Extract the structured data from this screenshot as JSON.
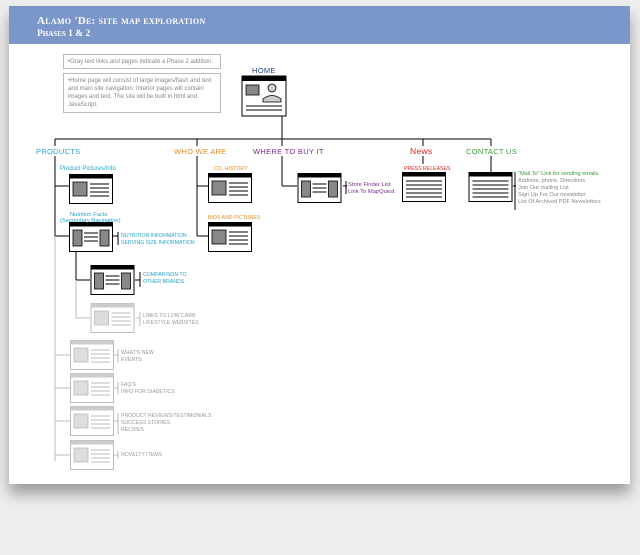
{
  "header": {
    "title": "Alamo 'De: site map exploration",
    "subtitle": "Phases 1 & 2"
  },
  "notes": {
    "gray": "•Gray text links and pages indicate a Phase 2 addition.",
    "home": "•Home page will consist of large images/flash and text and main site navigation. Interior pages will contain images and text. The site will be built in html and JavaScript."
  },
  "nav": {
    "home": "HOME",
    "products": "PRODUCTS",
    "who": "WHO WE ARE",
    "where": "WHERE TO BUY IT",
    "news": "News",
    "contact": "CONTACT US"
  },
  "products": {
    "pictures": "Product Pictures/Info",
    "facts1": "Nutrition Facts",
    "facts2": "(Secondary Navigation)",
    "nutrition1": "NUTRITION INFORMATION",
    "nutrition2": "SERVING SIZE INFORMATION",
    "comparison1": "COMPARISON TO",
    "comparison2": "OTHER BRANDS",
    "links1": "LINKS TO LOW CARB",
    "links2": "LIFESTYLE WEBSITES",
    "whatsnew1": "WHAT'S NEW",
    "whatsnew2": "EVENTS",
    "faq1": "FAQ'S",
    "faq2": "INFO FOR DIABETICS",
    "reviews1": "PRODUCT REVIEWS/TESTIMONIALS",
    "reviews2": "SUCCESS STORIES",
    "reviews3": "RECIPES",
    "novelty": "NOVELTY ITEMS"
  },
  "who": {
    "history": "CO. HISTORY",
    "bios": "BIOS AND PICTURES"
  },
  "where": {
    "store1": "Store Finder List",
    "store2": "Link To MapQuest"
  },
  "news": {
    "press": "PRESS RELEASES"
  },
  "contact": {
    "mailto": "\"Mail To\" Link for sending emails",
    "address": "Address, phone, Directions",
    "mailing": "Join Our mailing List",
    "newsletter": "Sign Up For Our newsletter",
    "archive": "List Of Archived PDF Newsletters"
  },
  "colors": {
    "products": "#29a3c9",
    "who": "#e58a1f",
    "where": "#7a2a91",
    "news": "#d6281f",
    "contact": "#3c9a3a",
    "header": "#7b96c9"
  }
}
